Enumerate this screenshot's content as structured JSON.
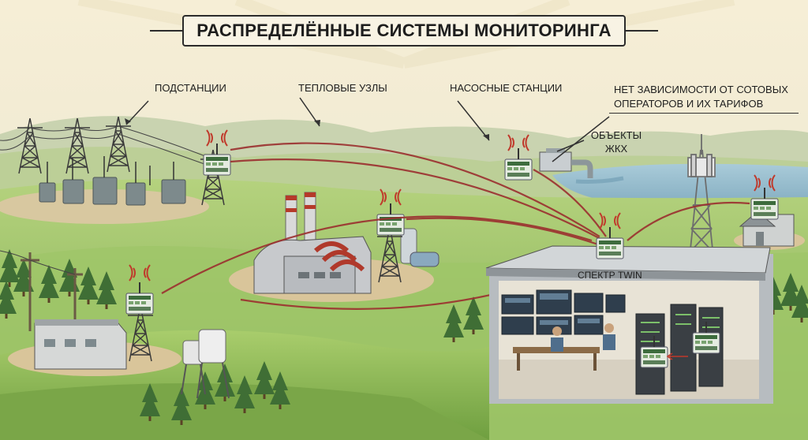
{
  "title": "РАСПРЕДЕЛЁННЫЕ СИСТЕМЫ МОНИТОРИНГА",
  "labels": {
    "substations": "ПОДСТАНЦИИ",
    "heat_nodes": "ТЕПЛОВЫЕ УЗЛЫ",
    "pump_stations": "НАСОСНЫЕ СТАНЦИИ",
    "no_dependence_line1": "НЕТ ЗАВИСИМОСТИ ОТ СОТОВЫХ",
    "no_dependence_line2": "ОПЕРАТОРОВ И ИХ ТАРИФОВ",
    "housing_line1": "ОБЪЕКТЫ",
    "housing_line2": "ЖКХ",
    "hub_device": "СПЕКТР TWIN"
  },
  "colors": {
    "sky": "#f4ecd2",
    "hills": "#b9cda0",
    "grass": "#9cc46c",
    "signal_links": "#9b2f2f",
    "signal_waves": "#c0392b",
    "device_body": "#dfe7d8",
    "water": "#8fb8cc"
  }
}
